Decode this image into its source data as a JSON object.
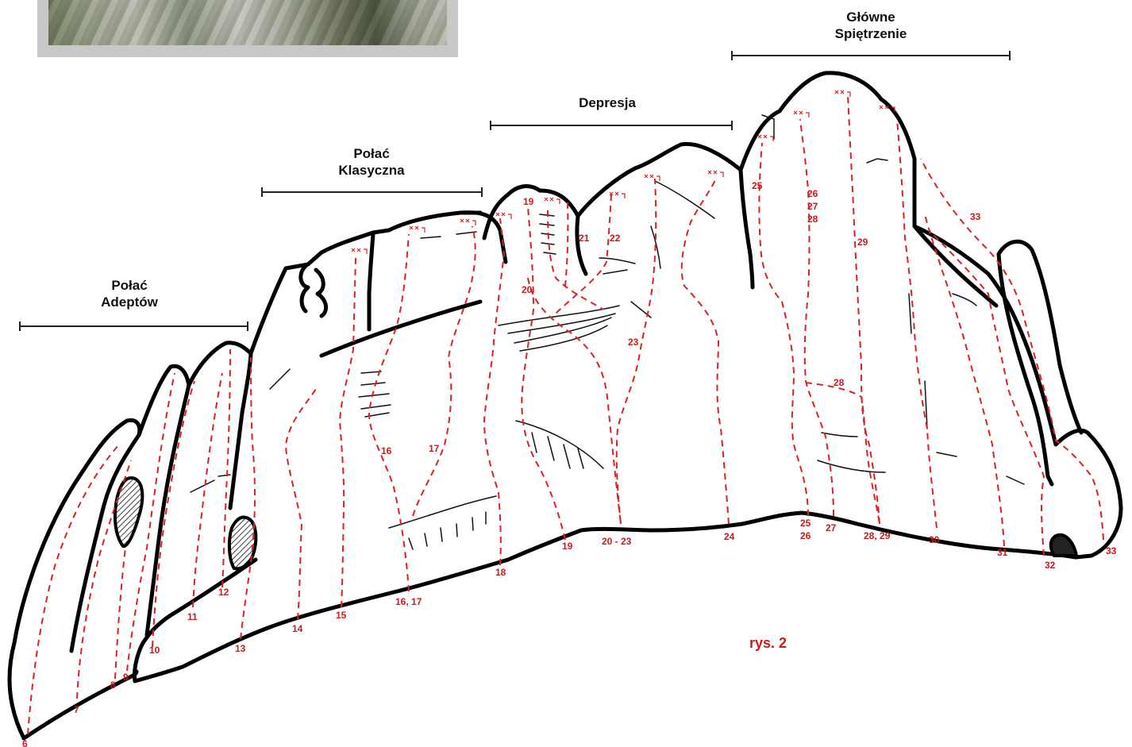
{
  "sectors": [
    {
      "id": "adeptow",
      "name": "Połać\nAdeptów"
    },
    {
      "id": "klasyczna",
      "name": "Połać\nKlasyczna"
    },
    {
      "id": "depresja",
      "name": "Depresja"
    },
    {
      "id": "glowne",
      "name": "Główne\nSpiętrzenie"
    }
  ],
  "caption": "rys. 2",
  "colors": {
    "outline": "#000000",
    "route": "#e02020",
    "label": "#d01818",
    "photo_frame": "#c8c8c8"
  },
  "route_labels": {
    "base": [
      "6",
      "7",
      "8",
      "9",
      "10",
      "11",
      "12",
      "13",
      "14",
      "15",
      "16, 17",
      "18",
      "19",
      "20 - 23",
      "24",
      "25",
      "26",
      "27",
      "28, 29",
      "30",
      "31",
      "32",
      "33"
    ],
    "upper": [
      "16",
      "17",
      "19",
      "20",
      "21",
      "22",
      "23",
      "25",
      "26",
      "27",
      "28",
      "28",
      "29",
      "33"
    ]
  }
}
